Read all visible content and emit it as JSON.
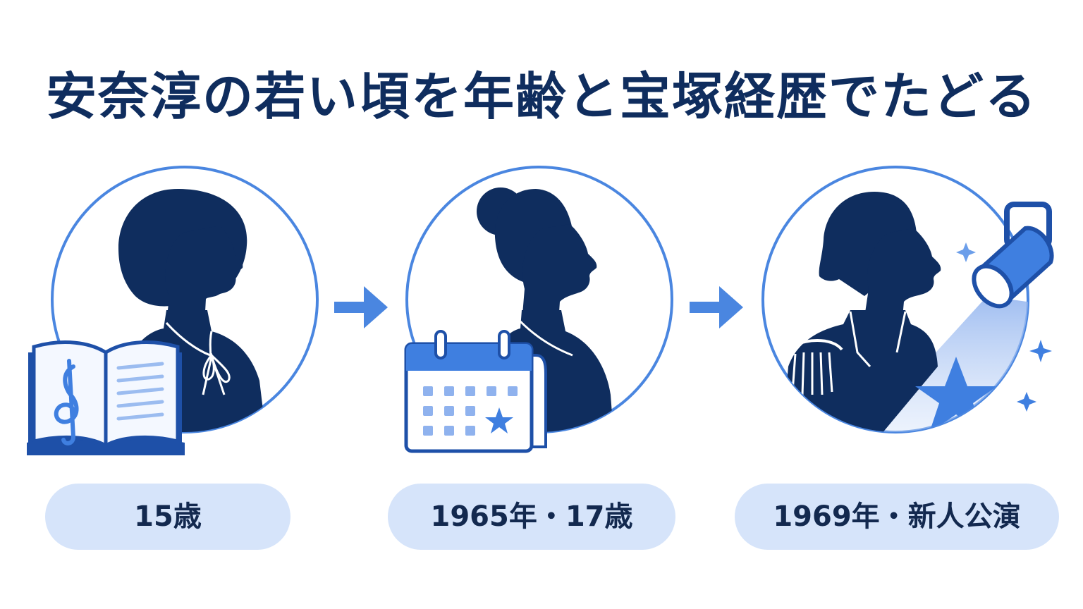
{
  "title": "安奈淳の若い頃を年齢と宝塚経歴でたどる",
  "steps": [
    {
      "label": "15歳",
      "figure_icon": "girl-bob-hair-silhouette-icon",
      "prop_icon": "music-score-book-icon"
    },
    {
      "label": "1965年・17歳",
      "figure_icon": "woman-bun-hair-silhouette-icon",
      "prop_icon": "calendar-star-icon"
    },
    {
      "label": "1969年・新人公演",
      "figure_icon": "uniform-actor-silhouette-icon",
      "prop_icon": "spotlight-star-icon"
    }
  ],
  "colors": {
    "navy": "#0f2d5e",
    "ring": "#4a86e0",
    "accent": "#3f7fe0",
    "label_bg": "#d6e4fa"
  }
}
